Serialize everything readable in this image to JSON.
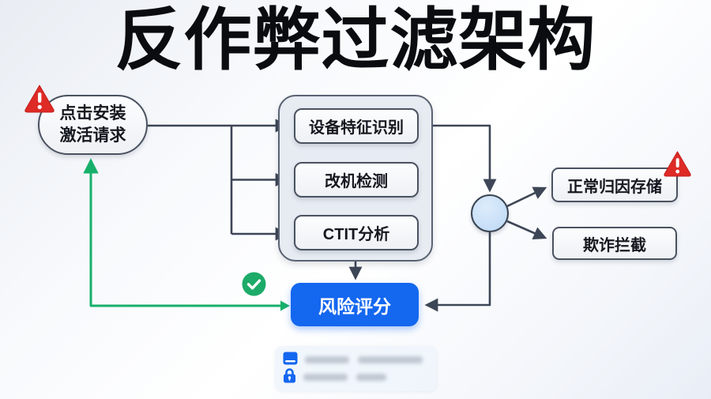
{
  "title": "反作弊过滤架构",
  "flow": {
    "source": {
      "line1": "点击安装",
      "line2": "激活请求",
      "alert_icon": "warning-triangle-icon"
    },
    "pipeline": {
      "steps": [
        {
          "label": "设备特征识别"
        },
        {
          "label": "改机检测"
        },
        {
          "label": "CTIT分析"
        }
      ]
    },
    "decision_node": {
      "shape": "circle",
      "label": ""
    },
    "outcomes": [
      {
        "label": "正常归因存储",
        "alert_icon": "warning-triangle-icon"
      },
      {
        "label": "欺诈拦截"
      }
    ],
    "risk_score": {
      "label": "风险评分",
      "badge_icon": "check-circle-icon"
    }
  },
  "footer": {
    "rows": [
      {
        "icon": "card-icon",
        "text_blurred": true
      },
      {
        "icon": "lock-icon",
        "text_blurred": true
      }
    ]
  },
  "colors": {
    "accent_blue": "#1467ef",
    "arrow_dark": "#3d4656",
    "feedback_green": "#17b06b",
    "alert_red": "#de2b26",
    "decision_fill": "#c9e0f8",
    "panel_fill": "#e7ebf2"
  }
}
